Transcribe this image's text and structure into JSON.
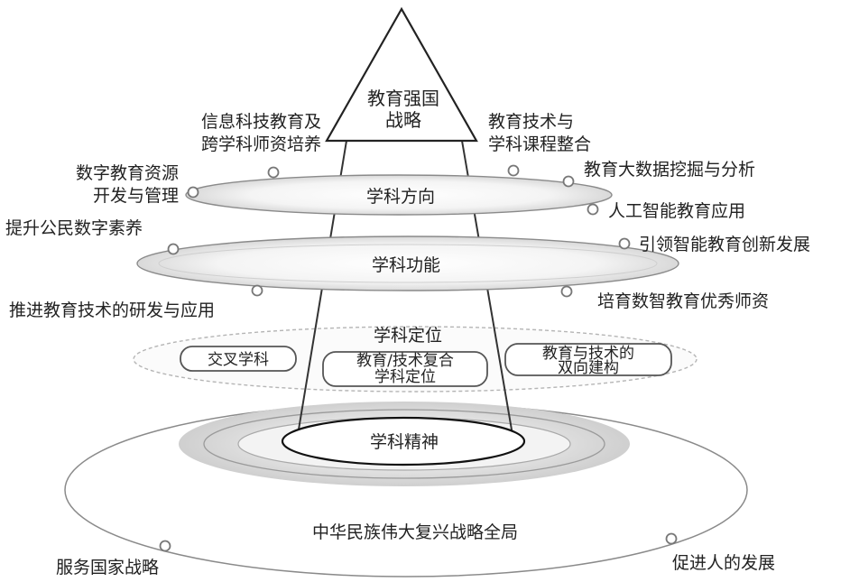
{
  "apex": {
    "line1": "教育强国",
    "line2": "战略"
  },
  "layers": {
    "direction": "学科方向",
    "function": "学科功能",
    "positioning": "学科定位",
    "spirit": "学科精神",
    "national": "中华民族伟大复兴战略全局"
  },
  "positioning_items": [
    {
      "lines": [
        "交叉学科"
      ]
    },
    {
      "lines": [
        "教育/技术复合",
        "学科定位"
      ]
    },
    {
      "lines": [
        "教育与技术的",
        "双向建构"
      ]
    }
  ],
  "direction_labels": {
    "top_left": [
      "信息科技教育及",
      "跨学科师资培养"
    ],
    "top_right": [
      "教育技术与",
      "学科课程整合"
    ],
    "left": [
      "数字教育资源",
      "开发与管理"
    ],
    "right_upper": "教育大数据挖掘与分析",
    "right_lower": "人工智能教育应用"
  },
  "function_labels": {
    "left_upper": "提升公民数字素养",
    "right_upper": "引领智能教育创新发展",
    "left_lower": "推进教育技术的研发与应用",
    "right_lower": "培育数智教育优秀师资"
  },
  "base_labels": {
    "left": "服务国家战略",
    "right": "促进人的发展"
  }
}
